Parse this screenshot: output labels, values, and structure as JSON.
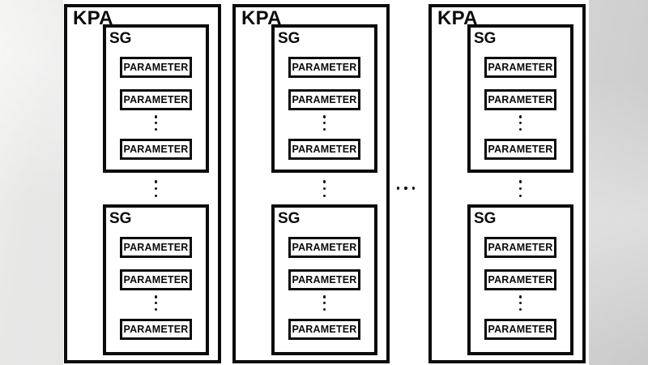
{
  "colors": {
    "background_left": "#ebebeb",
    "background_right": "#cacbca",
    "panel": "#ffffff",
    "border": "#0b0b0b",
    "text": "#0b0b0b"
  },
  "icons": {
    "vertical_ellipsis": "⋮",
    "horizontal_ellipsis": "…"
  },
  "diagram": {
    "kpas": [
      {
        "label": "KPA",
        "sgs": [
          {
            "label": "SG",
            "parameters": [
              "PARAMETER",
              "PARAMETER",
              "PARAMETER"
            ]
          },
          {
            "label": "SG",
            "parameters": [
              "PARAMETER",
              "PARAMETER",
              "PARAMETER"
            ]
          }
        ]
      },
      {
        "label": "KPA",
        "sgs": [
          {
            "label": "SG",
            "parameters": [
              "PARAMETER",
              "PARAMETER",
              "PARAMETER"
            ]
          },
          {
            "label": "SG",
            "parameters": [
              "PARAMETER",
              "PARAMETER",
              "PARAMETER"
            ]
          }
        ]
      },
      {
        "label": "KPA",
        "sgs": [
          {
            "label": "SG",
            "parameters": [
              "PARAMETER",
              "PARAMETER",
              "PARAMETER"
            ]
          },
          {
            "label": "SG",
            "parameters": [
              "PARAMETER",
              "PARAMETER",
              "PARAMETER"
            ]
          }
        ]
      }
    ]
  }
}
